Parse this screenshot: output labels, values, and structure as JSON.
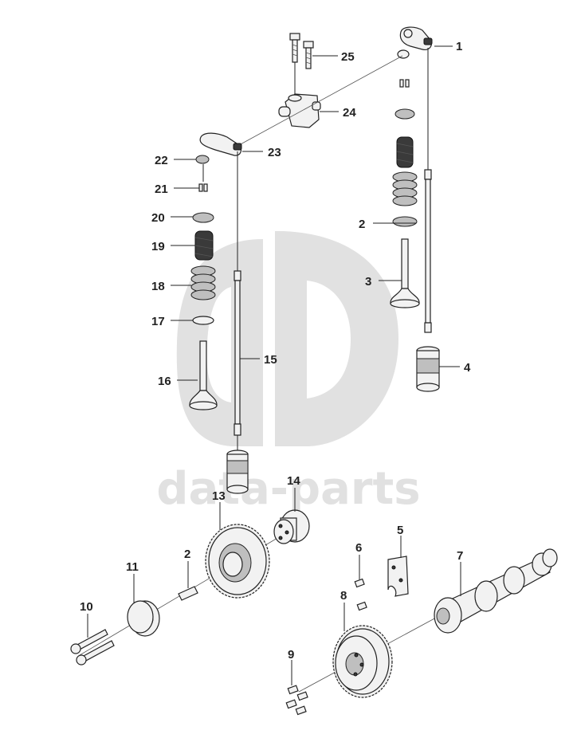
{
  "watermark": {
    "brand": "data-parts",
    "color": "#d6d6d6"
  },
  "callouts": [
    {
      "id": "c1",
      "label": "1"
    },
    {
      "id": "c2a",
      "label": "2"
    },
    {
      "id": "c3",
      "label": "3"
    },
    {
      "id": "c4",
      "label": "4"
    },
    {
      "id": "c15",
      "label": "15"
    },
    {
      "id": "c16",
      "label": "16"
    },
    {
      "id": "c17",
      "label": "17"
    },
    {
      "id": "c18",
      "label": "18"
    },
    {
      "id": "c19",
      "label": "19"
    },
    {
      "id": "c20",
      "label": "20"
    },
    {
      "id": "c21",
      "label": "21"
    },
    {
      "id": "c22",
      "label": "22"
    },
    {
      "id": "c23",
      "label": "23"
    },
    {
      "id": "c24",
      "label": "24"
    },
    {
      "id": "c25",
      "label": "25"
    },
    {
      "id": "c14",
      "label": "14"
    },
    {
      "id": "c13",
      "label": "13"
    },
    {
      "id": "c2b",
      "label": "2"
    },
    {
      "id": "c11",
      "label": "11"
    },
    {
      "id": "c10",
      "label": "10"
    },
    {
      "id": "c5",
      "label": "5"
    },
    {
      "id": "c6",
      "label": "6"
    },
    {
      "id": "c7",
      "label": "7"
    },
    {
      "id": "c8",
      "label": "8"
    },
    {
      "id": "c9",
      "label": "9"
    }
  ]
}
